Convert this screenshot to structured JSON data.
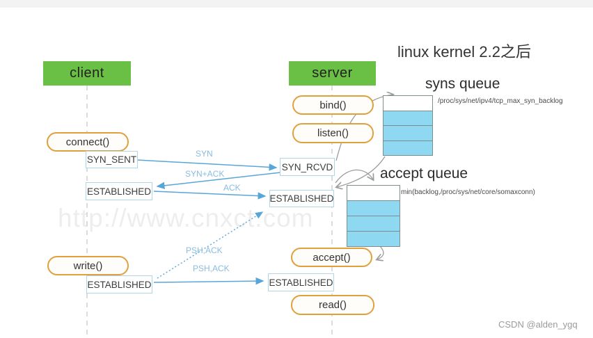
{
  "page": {
    "title": "linux  kernel 2.2之后",
    "watermark": "http://www.cnxct.com",
    "credit": "CSDN @alden_ygq"
  },
  "lanes": {
    "client": "client",
    "server": "server"
  },
  "calls": {
    "connect": "connect()",
    "bind": "bind()",
    "listen": "listen()",
    "accept": "accept()",
    "read": "read()",
    "write": "write()"
  },
  "states": {
    "syn_sent": "SYN_SENT",
    "syn_rcvd": "SYN_RCVD",
    "established": "ESTABLISHED"
  },
  "messages": {
    "syn": "SYN",
    "syn_ack": "SYN+ACK",
    "ack": "ACK",
    "psh_ack": "PSH,ACK"
  },
  "queues": {
    "syns": {
      "title": "syns queue",
      "note": "/proc/sys/net/ipv4/tcp_max_syn_backlog",
      "cells": [
        "empty",
        "filled",
        "filled",
        "filled"
      ]
    },
    "accept": {
      "title": "accept queue",
      "note": "min(backlog,/proc/sys/net/core/somaxconn)",
      "cells": [
        "empty",
        "filled",
        "filled",
        "filled"
      ]
    }
  },
  "colors": {
    "lane_green": "#6abf45",
    "pill_orange": "#e0a03e",
    "queue_blue": "#8ed8f2",
    "arrow_blue": "#58a6d8",
    "msg_label_blue": "#89bce0",
    "curve_gray": "#9c9c9c"
  }
}
